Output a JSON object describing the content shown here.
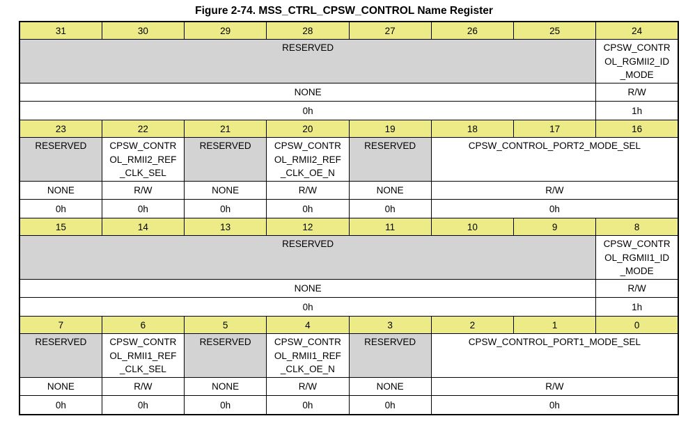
{
  "title": "Figure 2-74. MSS_CTRL_CPSW_CONTROL Name Register",
  "colors": {
    "header_bg": "#ECEB87",
    "reserved_bg": "#D3D3D3",
    "cell_bg": "#FFFFFF",
    "border": "#000000"
  },
  "table": {
    "blocks": [
      {
        "bits": [
          "31",
          "30",
          "29",
          "28",
          "27",
          "26",
          "25",
          "24"
        ],
        "fields": [
          {
            "name": "RESERVED",
            "display": "RESERVED",
            "span": 7,
            "reserved": true,
            "access": "NONE",
            "reset": "0h"
          },
          {
            "name": "CPSW_CONTROL_RGMII2_ID_MODE",
            "display": "CPSW_CONTR\nOL_RGMII2_ID\n_MODE",
            "span": 1,
            "reserved": false,
            "access": "R/W",
            "reset": "1h"
          }
        ]
      },
      {
        "bits": [
          "23",
          "22",
          "21",
          "20",
          "19",
          "18",
          "17",
          "16"
        ],
        "fields": [
          {
            "name": "RESERVED",
            "display": "RESERVED",
            "span": 1,
            "reserved": true,
            "access": "NONE",
            "reset": "0h"
          },
          {
            "name": "CPSW_CONTROL_RMII2_REF_CLK_SEL",
            "display": "CPSW_CONTR\nOL_RMII2_REF\n_CLK_SEL",
            "span": 1,
            "reserved": false,
            "access": "R/W",
            "reset": "0h"
          },
          {
            "name": "RESERVED",
            "display": "RESERVED",
            "span": 1,
            "reserved": true,
            "access": "NONE",
            "reset": "0h"
          },
          {
            "name": "CPSW_CONTROL_RMII2_REF_CLK_OE_N",
            "display": "CPSW_CONTR\nOL_RMII2_REF\n_CLK_OE_N",
            "span": 1,
            "reserved": false,
            "access": "R/W",
            "reset": "0h"
          },
          {
            "name": "RESERVED",
            "display": "RESERVED",
            "span": 1,
            "reserved": true,
            "access": "NONE",
            "reset": "0h"
          },
          {
            "name": "CPSW_CONTROL_PORT2_MODE_SEL",
            "display": "CPSW_CONTROL_PORT2_MODE_SEL",
            "span": 3,
            "reserved": false,
            "access": "R/W",
            "reset": "0h"
          }
        ]
      },
      {
        "bits": [
          "15",
          "14",
          "13",
          "12",
          "11",
          "10",
          "9",
          "8"
        ],
        "fields": [
          {
            "name": "RESERVED",
            "display": "RESERVED",
            "span": 7,
            "reserved": true,
            "access": "NONE",
            "reset": "0h"
          },
          {
            "name": "CPSW_CONTROL_RGMII1_ID_MODE",
            "display": "CPSW_CONTR\nOL_RGMII1_ID\n_MODE",
            "span": 1,
            "reserved": false,
            "access": "R/W",
            "reset": "1h"
          }
        ]
      },
      {
        "bits": [
          "7",
          "6",
          "5",
          "4",
          "3",
          "2",
          "1",
          "0"
        ],
        "fields": [
          {
            "name": "RESERVED",
            "display": "RESERVED",
            "span": 1,
            "reserved": true,
            "access": "NONE",
            "reset": "0h"
          },
          {
            "name": "CPSW_CONTROL_RMII1_REF_CLK_SEL",
            "display": "CPSW_CONTR\nOL_RMII1_REF\n_CLK_SEL",
            "span": 1,
            "reserved": false,
            "access": "R/W",
            "reset": "0h"
          },
          {
            "name": "RESERVED",
            "display": "RESERVED",
            "span": 1,
            "reserved": true,
            "access": "NONE",
            "reset": "0h"
          },
          {
            "name": "CPSW_CONTROL_RMII1_REF_CLK_OE_N",
            "display": "CPSW_CONTR\nOL_RMII1_REF\n_CLK_OE_N",
            "span": 1,
            "reserved": false,
            "access": "R/W",
            "reset": "0h"
          },
          {
            "name": "RESERVED",
            "display": "RESERVED",
            "span": 1,
            "reserved": true,
            "access": "NONE",
            "reset": "0h"
          },
          {
            "name": "CPSW_CONTROL_PORT1_MODE_SEL",
            "display": "CPSW_CONTROL_PORT1_MODE_SEL",
            "span": 3,
            "reserved": false,
            "access": "R/W",
            "reset": "0h"
          }
        ]
      }
    ]
  }
}
